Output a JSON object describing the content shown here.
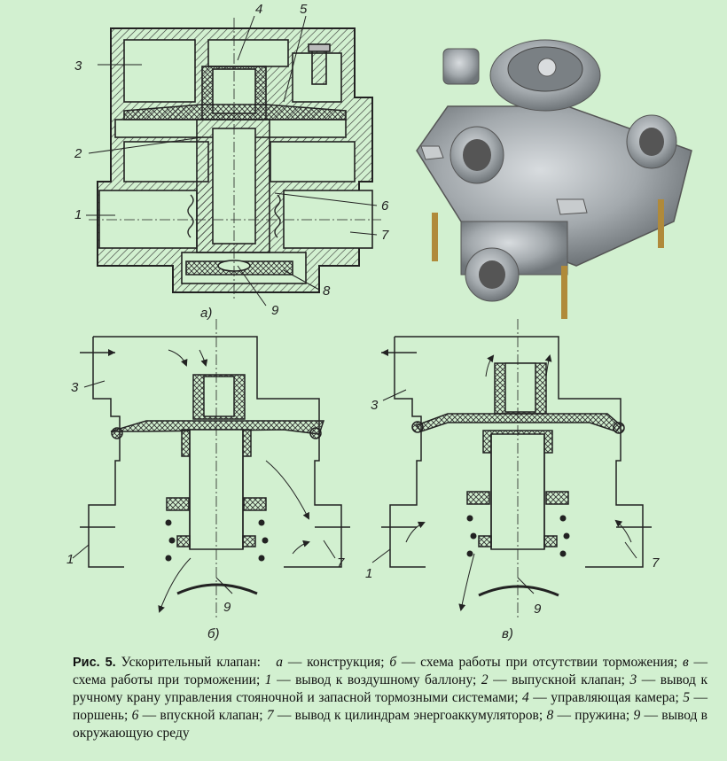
{
  "labels": {
    "a": [
      "1",
      "2",
      "3",
      "4",
      "5",
      "6",
      "7",
      "8",
      "9"
    ],
    "b": [
      "1",
      "3",
      "7",
      "9"
    ],
    "c": [
      "1",
      "3",
      "7",
      "9"
    ]
  },
  "subfigure_labels": {
    "a": "а)",
    "b": "б)",
    "c": "в)"
  },
  "caption": {
    "fig_label": "Рис. 5.",
    "title": "Ускорительный клапан:",
    "parts": [
      {
        "key": "а",
        "text": " — конструкция; "
      },
      {
        "key": "б",
        "text": " — схема работы при отсутствии торможения; "
      },
      {
        "key": "в",
        "text": " — схема работы при торможении; "
      },
      {
        "key": "1",
        "text": " — вывод к воздушному баллону; "
      },
      {
        "key": "2",
        "text": " — выпускной клапан; "
      },
      {
        "key": "3",
        "text": " — вывод к ручному крану управления стояночной и запасной тормозными системами; "
      },
      {
        "key": "4",
        "text": " — управляющая камера; "
      },
      {
        "key": "5",
        "text": " — поршень; "
      },
      {
        "key": "6",
        "text": " — впускной клапан; "
      },
      {
        "key": "7",
        "text": " — вывод к цилиндрам энергоаккумуляторов; "
      },
      {
        "key": "8",
        "text": " — пружина; "
      },
      {
        "key": "9",
        "text": " — вывод в окружающую среду"
      }
    ]
  },
  "colors": {
    "background": "#d2f0d0",
    "line": "#222222",
    "metal": "#9aa0a4"
  },
  "icons": {
    "photo": "valve-photo-illustration"
  }
}
